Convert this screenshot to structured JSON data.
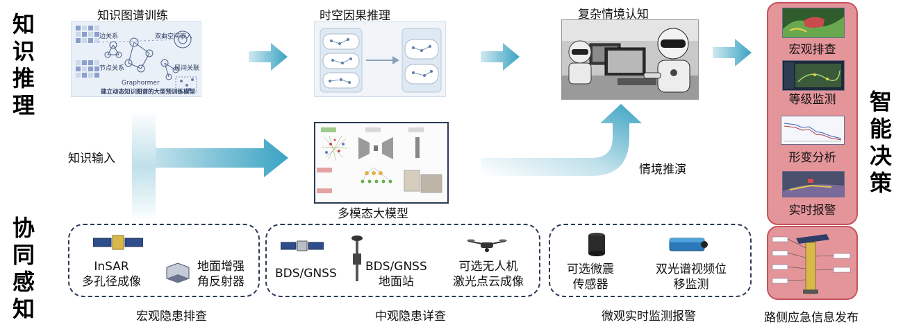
{
  "side_labels": {
    "knowledge_reasoning": [
      "知",
      "识",
      "推",
      "理"
    ],
    "collaborative_sensing": [
      "协",
      "同",
      "感",
      "知"
    ],
    "intelligent_decision": [
      "智",
      "能",
      "决",
      "策"
    ]
  },
  "top_row": {
    "kg_training": {
      "title": "知识图谱训练",
      "tags": [
        "边关系",
        "双曲空间嵌入",
        "节点关系",
        "层间关联"
      ],
      "model_name": "Graphormer",
      "caption": "建立动态知识图谱的大型预训练模型"
    },
    "spatiotemporal": {
      "title": "时空因果推理"
    },
    "complex_scenario": {
      "title": "复杂情境认知"
    }
  },
  "middle_row": {
    "knowledge_input": "知识输入",
    "multimodal": {
      "title": "多模态大模型"
    },
    "scenario_deduction": "情境推演"
  },
  "decisions": {
    "items": [
      "宏观排查",
      "等级监测",
      "形变分析",
      "实时报警"
    ]
  },
  "bottom": {
    "groups": [
      {
        "caption": "宏观隐患排查",
        "devices": [
          "InSAR\n多孔径成像",
          "地面增强\n角反射器"
        ]
      },
      {
        "caption": "中观隐患详查",
        "devices": [
          "BDS/GNSS",
          "BDS/GNSS\n地面站",
          "可选无人机\n激光点云成像"
        ]
      },
      {
        "caption": "微观实时监测报警",
        "devices": [
          "可选微震\n传感器",
          "双光谱视频位\n移监测"
        ]
      }
    ],
    "emergency_caption": "路侧应急信息发布"
  },
  "colors": {
    "arrow": "#3aa3c3",
    "decision_fill": "#e4959a",
    "decision_border": "#c5535a",
    "dashed_border": "#2b3a55"
  }
}
